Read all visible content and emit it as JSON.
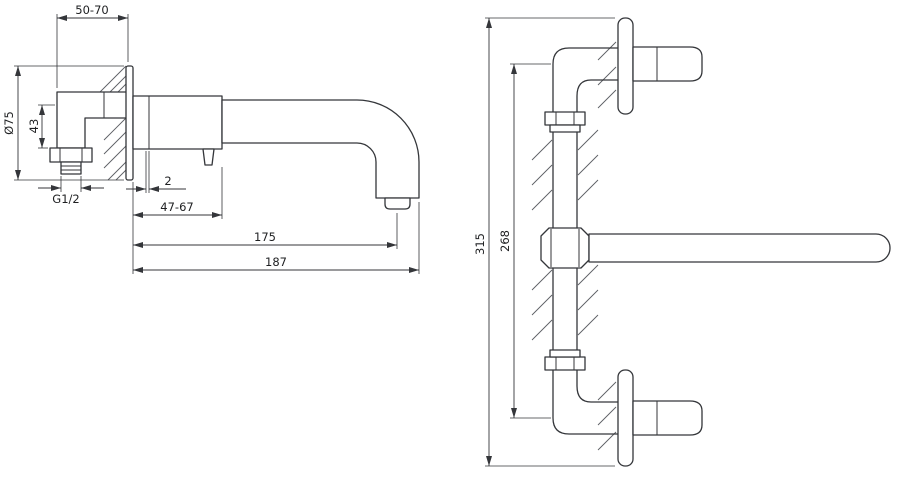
{
  "colors": {
    "line": "#34363a"
  },
  "drawing": {
    "side_view": {
      "dims": {
        "depth_range": "50-70",
        "plate_diameter": "Ø75",
        "elbow_height": "43",
        "thread": "G1/2",
        "gap": "2",
        "projection_range": "47-67",
        "spout_reach": "175",
        "total_projection": "187"
      }
    },
    "front_view": {
      "dims": {
        "total_height": "315",
        "center_distance": "268"
      }
    }
  }
}
